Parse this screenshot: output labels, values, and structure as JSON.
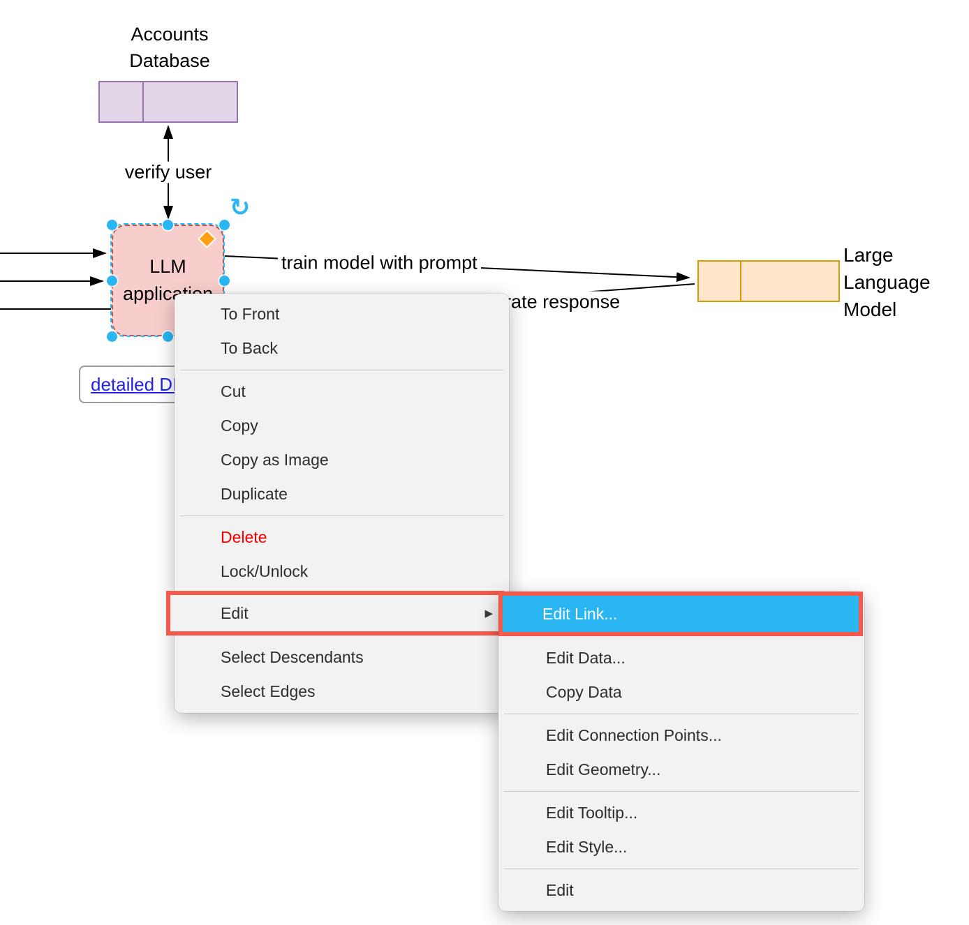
{
  "colors": {
    "danger": "#F50000",
    "highlight": "#29B6F2",
    "annotation": "#F5594C",
    "selection": "#29B6F2",
    "db_fill": "#E1D5E7",
    "db_stroke": "#9673A6",
    "app_fill": "#F8CECC",
    "app_stroke": "#B85450",
    "model_fill": "#FFE6CC",
    "model_stroke": "#D79B00",
    "link_color": "#2222E5",
    "diamond": "#FFA012",
    "menu_bg": "#F2F2F3",
    "menu_text": "#2D2D2F",
    "separator": "#C8C8CA"
  },
  "canvas": {
    "nodes": {
      "accounts_db": {
        "label": "Accounts Database"
      },
      "llm_app": {
        "label": "LLM application"
      },
      "large_language_model": {
        "label": "Large Language Model"
      }
    },
    "edges": {
      "verify_user": {
        "label": "verify user"
      },
      "train_model": {
        "label": "train model with prompt"
      },
      "generate_response": {
        "label": "generate response"
      }
    },
    "link": {
      "label": "detailed DFD"
    },
    "selection": {
      "rotate_icon": "↻"
    }
  },
  "context_menu": {
    "submenu_arrow": "▶",
    "items": [
      {
        "label": "To Front"
      },
      {
        "label": "To Back"
      },
      {
        "label": "Cut"
      },
      {
        "label": "Copy"
      },
      {
        "label": "Copy as Image"
      },
      {
        "label": "Duplicate"
      },
      {
        "label": "Delete"
      },
      {
        "label": "Lock/Unlock"
      },
      {
        "label": "Edit"
      },
      {
        "label": "Select Descendants"
      },
      {
        "label": "Select Edges"
      }
    ]
  },
  "submenu": {
    "items": [
      {
        "label": "Edit Link..."
      },
      {
        "label": "Edit Data..."
      },
      {
        "label": "Copy Data"
      },
      {
        "label": "Edit Connection Points..."
      },
      {
        "label": "Edit Geometry..."
      },
      {
        "label": "Edit Tooltip..."
      },
      {
        "label": "Edit Style..."
      },
      {
        "label": "Edit"
      }
    ]
  }
}
